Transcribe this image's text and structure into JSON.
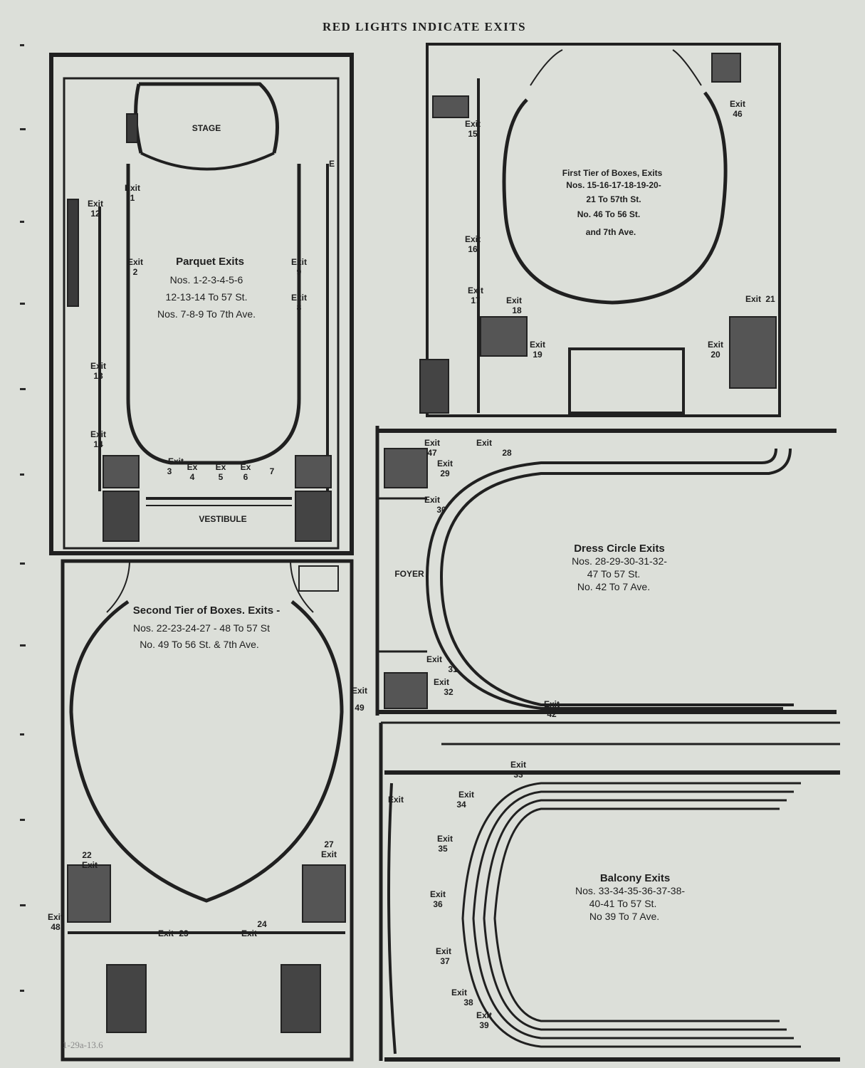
{
  "header": "RED LIGHTS INDICATE EXITS",
  "parquet": {
    "stage": "STAGE",
    "title": "Parquet Exits",
    "line1": "Nos. 1-2-3-4-5-6",
    "line2": "12-13-14 To 57 St.",
    "line3": "Nos. 7-8-9 To 7th Ave.",
    "vestibule": "VESTIBULE",
    "exits": [
      {
        "t": "Exit",
        "n": "1"
      },
      {
        "t": "Exit",
        "n": "2"
      },
      {
        "t": "Exit",
        "n": "3"
      },
      {
        "t": "Ex",
        "n": "4"
      },
      {
        "t": "Ex",
        "n": "5"
      },
      {
        "t": "Ex",
        "n": "6"
      },
      {
        "t": "",
        "n": "7"
      },
      {
        "t": "Exit",
        "n": "8"
      },
      {
        "t": "Exit",
        "n": "9"
      },
      {
        "t": "Exit",
        "n": "12"
      },
      {
        "t": "Exit",
        "n": "13"
      },
      {
        "t": "Exit",
        "n": "14"
      }
    ],
    "e_mark": "E"
  },
  "first_tier": {
    "title": "First Tier of Boxes, Exits",
    "line1": "Nos. 15-16-17-18-19-20-",
    "line2": "21 To 57th St.",
    "line3": "No. 46 To 56 St.",
    "line4": "and 7th Ave.",
    "exits": [
      {
        "t": "Exit",
        "n": "15"
      },
      {
        "t": "Exit",
        "n": "16"
      },
      {
        "t": "Exit",
        "n": "17"
      },
      {
        "t": "Exit",
        "n": "18"
      },
      {
        "t": "Exit",
        "n": "19"
      },
      {
        "t": "Exit",
        "n": "20"
      },
      {
        "t": "Exit",
        "n": "21"
      },
      {
        "t": "Exit",
        "n": "46"
      }
    ]
  },
  "dress_circle": {
    "title": "Dress Circle Exits",
    "line1": "Nos. 28-29-30-31-32-",
    "line2": "47 To 57 St.",
    "line3": "No. 42 To 7 Ave.",
    "foyer": "FOYER",
    "exits": [
      {
        "t": "Exit",
        "n": "47"
      },
      {
        "t": "Exit",
        "n": "28"
      },
      {
        "t": "Exit",
        "n": "29"
      },
      {
        "t": "Exit",
        "n": "30"
      },
      {
        "t": "Exit",
        "n": "31"
      },
      {
        "t": "Exit",
        "n": "32"
      },
      {
        "t": "Exit",
        "n": "42"
      }
    ]
  },
  "second_tier": {
    "title": "Second Tier of Boxes. Exits -",
    "line1": "Nos. 22-23-24-27 - 48 To 57 St",
    "line2": "No. 49 To 56 St. & 7th Ave.",
    "exits": [
      {
        "t": "Exit",
        "n": "22"
      },
      {
        "t": "Exit",
        "n": "23"
      },
      {
        "t": "Exit",
        "n": "24"
      },
      {
        "t": "Exit",
        "n": "27"
      },
      {
        "t": "Exit",
        "n": "48"
      },
      {
        "t": "Exit",
        "n": "49"
      }
    ]
  },
  "balcony": {
    "title": "Balcony Exits",
    "line1": "Nos. 33-34-35-36-37-38-",
    "line2": "40-41 To 57 St.",
    "line3": "No 39 To 7 Ave.",
    "exits": [
      {
        "t": "Exit",
        "n": "33"
      },
      {
        "t": "Exit",
        "n": ""
      },
      {
        "t": "Exit",
        "n": "34"
      },
      {
        "t": "Exit",
        "n": "35"
      },
      {
        "t": "Exit",
        "n": "36"
      },
      {
        "t": "Exit",
        "n": "37"
      },
      {
        "t": "Exit",
        "n": "38"
      },
      {
        "t": "Exit",
        "n": "39"
      }
    ]
  },
  "pencil_note": "1-29a-13.6"
}
